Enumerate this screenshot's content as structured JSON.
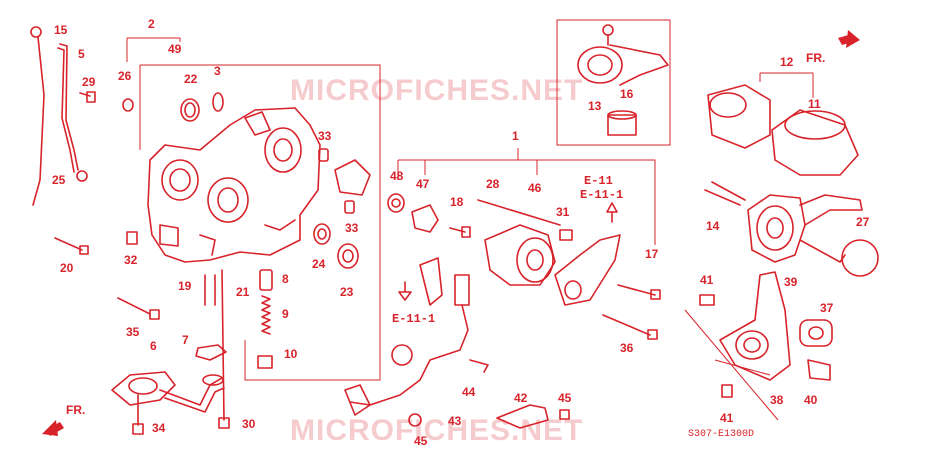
{
  "diagram": {
    "code": "S307-E1300D",
    "watermark": "MICROFICHES.NET",
    "fr_label": "FR.",
    "refs": {
      "e11": "E-11",
      "e111": "E-11-1",
      "e111_down": "E-11-1"
    },
    "callouts": {
      "c1": "1",
      "c2": "2",
      "c3": "3",
      "c5": "5",
      "c6": "6",
      "c7": "7",
      "c8": "8",
      "c9": "9",
      "c10": "10",
      "c11": "11",
      "c12": "12",
      "c13": "13",
      "c14": "14",
      "c15": "15",
      "c16": "16",
      "c17": "17",
      "c18": "18",
      "c19": "19",
      "c20": "20",
      "c21": "21",
      "c22": "22",
      "c23": "23",
      "c24": "24",
      "c25": "25",
      "c26": "26",
      "c27": "27",
      "c28": "28",
      "c29": "29",
      "c30": "30",
      "c31": "31",
      "c32": "32",
      "c33a": "33",
      "c33b": "33",
      "c34": "34",
      "c35": "35",
      "c36": "36",
      "c37": "37",
      "c38": "38",
      "c39": "39",
      "c40": "40",
      "c41a": "41",
      "c41b": "41",
      "c42": "42",
      "c43": "43",
      "c44": "44",
      "c45a": "45",
      "c45b": "45",
      "c46": "46",
      "c47": "47",
      "c48": "48",
      "c49": "49"
    }
  }
}
